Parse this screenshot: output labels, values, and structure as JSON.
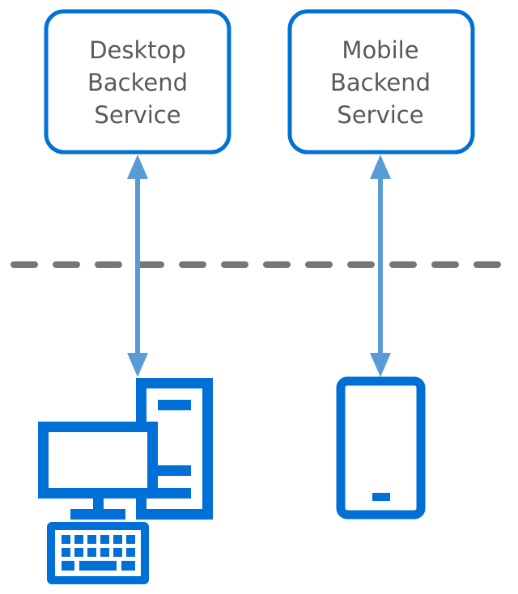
{
  "diagram": {
    "colors": {
      "box_stroke": "#0072d6",
      "arrow": "#5b9bd5",
      "boundary": "#767676",
      "device": "#006fd6",
      "text": "#595959"
    },
    "services": [
      {
        "id": "desktop",
        "lines": [
          "Desktop",
          "Backend",
          "Service"
        ]
      },
      {
        "id": "mobile",
        "lines": [
          "Mobile",
          "Backend",
          "Service"
        ]
      }
    ],
    "connections": [
      {
        "from": "desktop-client",
        "to": "desktop",
        "direction": "bidirectional"
      },
      {
        "from": "mobile-client",
        "to": "mobile",
        "direction": "bidirectional"
      }
    ],
    "clients": [
      {
        "id": "desktop-client",
        "icon": "desktop-computer-icon"
      },
      {
        "id": "mobile-client",
        "icon": "mobile-phone-icon"
      }
    ],
    "boundary": {
      "style": "dashed"
    }
  }
}
